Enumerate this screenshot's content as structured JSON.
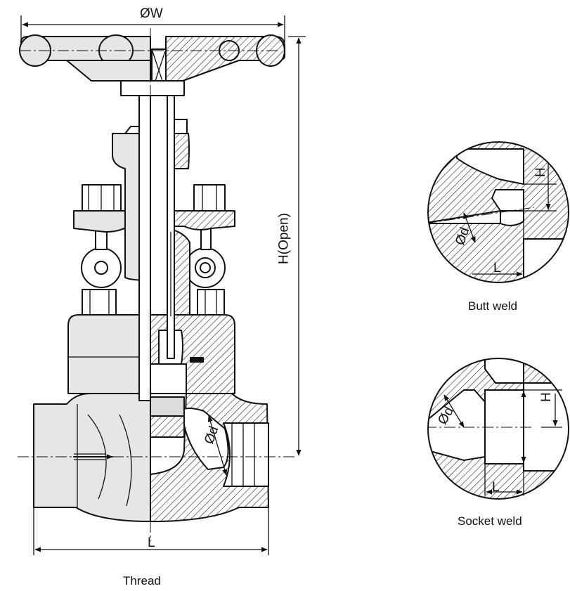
{
  "labels": {
    "width_dim": "ØW",
    "height_dim": "H(Open)",
    "length_dim": "L",
    "bore_dim": "Ød",
    "main_caption": "Thread"
  },
  "butt_weld": {
    "h_label": "H",
    "d_label": "Ød",
    "l_label": "L",
    "caption": "Butt weld"
  },
  "socket_weld": {
    "h_label": "H",
    "d_label": "Ød",
    "l_label": "L",
    "caption": "Socket weld"
  }
}
